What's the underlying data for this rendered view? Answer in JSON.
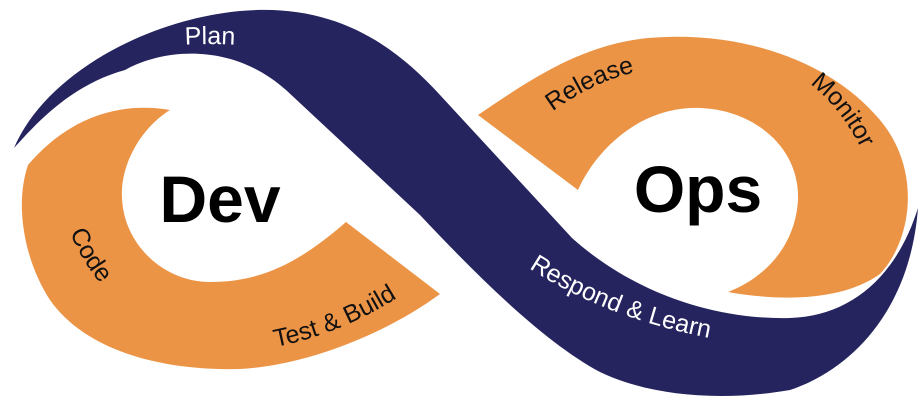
{
  "colors": {
    "navy": "#25245f",
    "orange": "#ec9446",
    "navy_text": "#ffffff",
    "orange_text": "#111111",
    "background": "#ffffff"
  },
  "center": {
    "left": "Dev",
    "right": "Ops"
  },
  "navy_band": {
    "top": "Plan",
    "bottom": "Respond & Learn"
  },
  "orange_left": {
    "left": "Code",
    "bottom": "Test & Build"
  },
  "orange_right": {
    "top_left": "Release",
    "top_right": "Monitor"
  }
}
